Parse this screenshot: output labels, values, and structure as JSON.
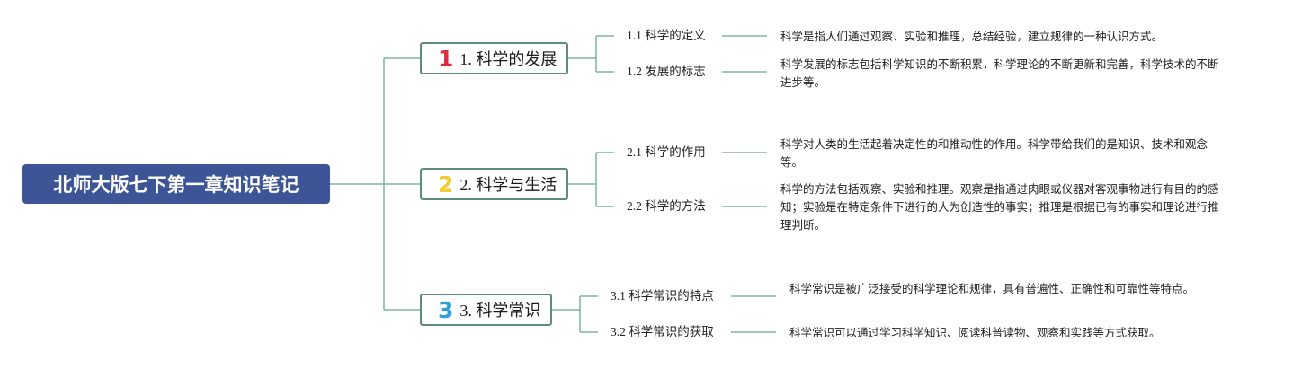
{
  "root": {
    "label": "北师大版七下第一章知识笔记"
  },
  "branches": [
    {
      "number": "1",
      "number_color": "#e02a3c",
      "label": "1. 科学的发展",
      "leaves": [
        {
          "label": "1.1 科学的定义",
          "note": "科学是指人们通过观察、实验和推理，总结经验，建立规律的一种认识方式。"
        },
        {
          "label": "1.2 发展的标志",
          "note": "科学发展的标志包括科学知识的不断积累，科学理论的不断更新和完善，科学技术的不断进步等。"
        }
      ]
    },
    {
      "number": "2",
      "number_color": "#f3cc3c",
      "label": "2. 科学与生活",
      "leaves": [
        {
          "label": "2.1 科学的作用",
          "note": "科学对人类的生活起着决定性的和推动性的作用。科学带给我们的是知识、技术和观念等。"
        },
        {
          "label": "2.2 科学的方法",
          "note": "科学的方法包括观察、实验和推理。观察是指通过肉眼或仪器对客观事物进行有目的的感知；实验是在特定条件下进行的人为创造性的事实；推理是根据已有的事实和理论进行推理判断。"
        }
      ]
    },
    {
      "number": "3",
      "number_color": "#2d9fd9",
      "label": "3. 科学常识",
      "leaves": [
        {
          "label": "3.1 科学常识的特点",
          "note": "科学常识是被广泛接受的科学理论和规律，具有普遍性、正确性和可靠性等特点。"
        },
        {
          "label": "3.2 科学常识的获取",
          "note": "科学常识可以通过学习科学知识、阅读科普读物、观察和实践等方式获取。"
        }
      ]
    }
  ],
  "colors": {
    "root_bg": "#3d5496",
    "connector": "#7fb3a4",
    "branch_border": "#5e8b7e"
  }
}
